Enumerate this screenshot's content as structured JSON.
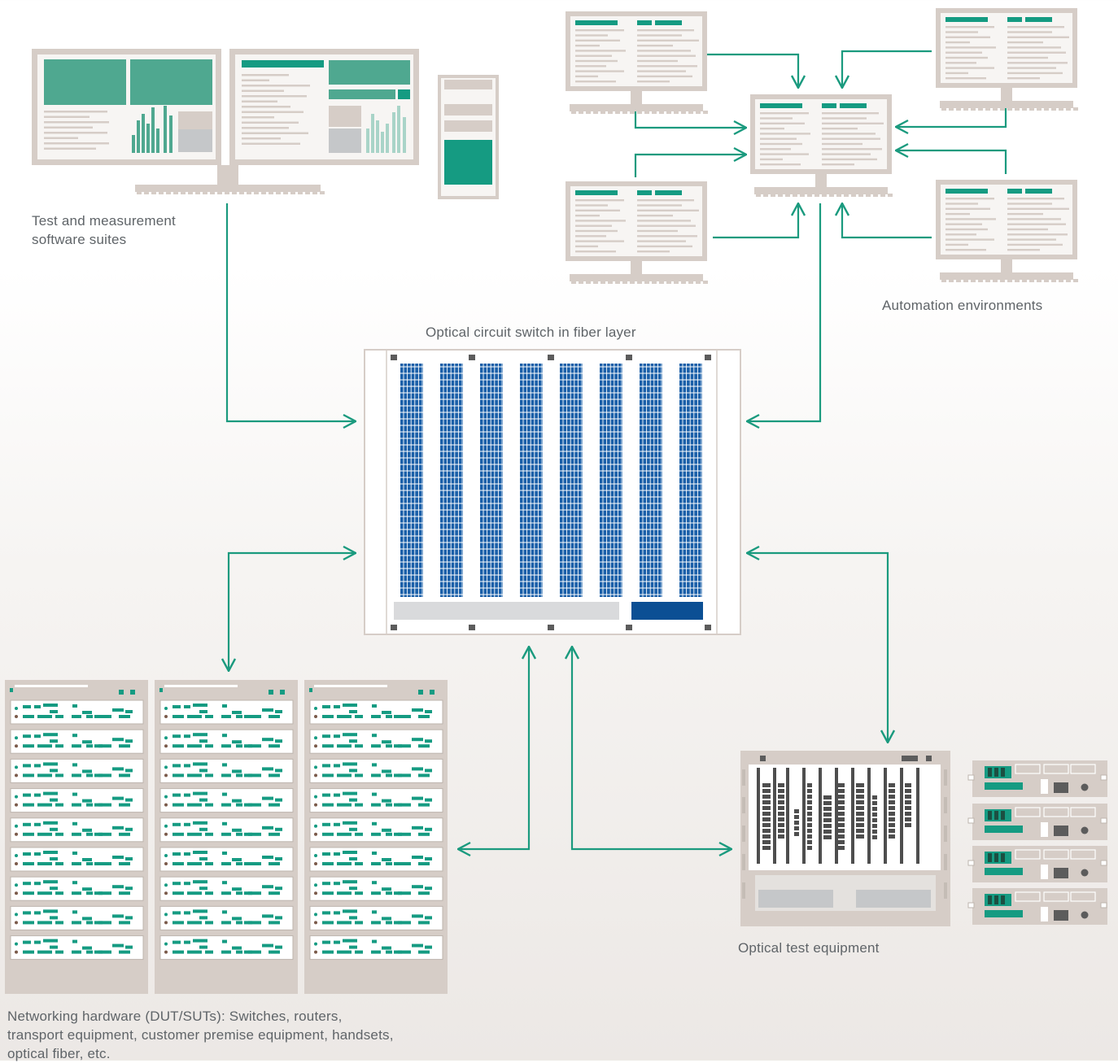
{
  "labels": {
    "software_suites": "Test and measurement software suites",
    "automation": "Automation environments",
    "switch": "Optical circuit switch in fiber layer",
    "optical_test": "Optical test equipment",
    "networking": "Networking hardware (DUT/SUTs): Switches, routers, transport equipment, customer premise equipment, handsets, optical fiber, etc."
  },
  "colors": {
    "frame": "#d6cdc7",
    "screen": "#f7f5f3",
    "teal": "#159b82",
    "teal_light": "#4fa890",
    "teal_pale": "#a9d4c8",
    "gray": "#c5c7c9",
    "blue": "#1a5fa8",
    "blue_dark": "#0b4f94",
    "arrow": "#1a9a7e",
    "text": "#5f6468"
  },
  "icons": {
    "workstation": "dual-monitor-icon",
    "tower": "tower-pc-icon",
    "monitor": "monitor-icon",
    "switch": "optical-switch-icon",
    "rack": "server-rack-icon",
    "chassis": "test-chassis-icon",
    "module": "test-module-icon"
  }
}
